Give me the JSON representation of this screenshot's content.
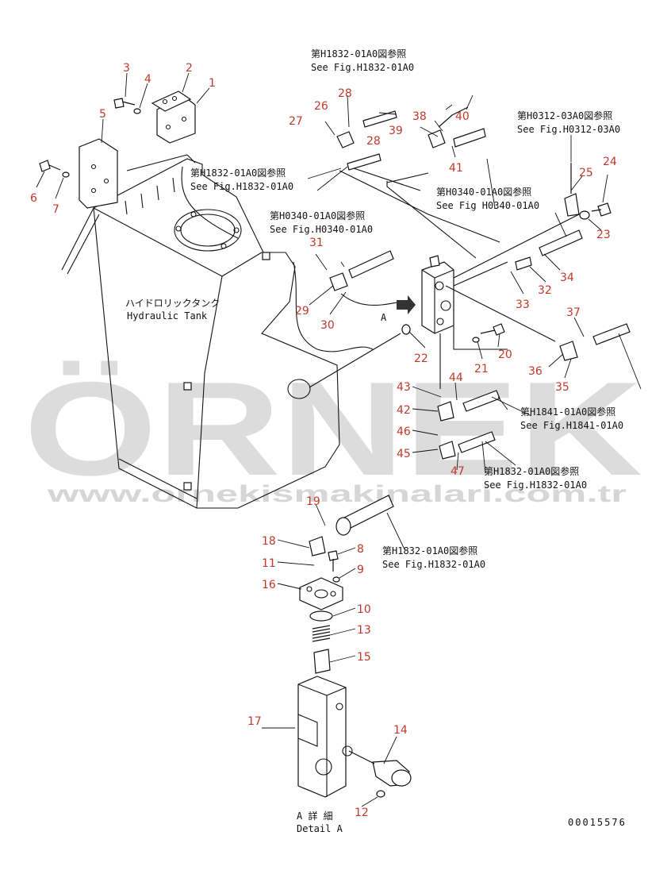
{
  "watermark": {
    "brand": "ÖRNEK",
    "url": "www.ornekismakinalari.com.tr",
    "color": "#d9d9d9",
    "accent": "#f0c419"
  },
  "tank_label": {
    "jp": "ハイドロリックタンク",
    "en": "Hydraulic Tank"
  },
  "view_arrow": "A",
  "detail": {
    "jp": "A 詳 細",
    "en": "Detail A"
  },
  "drawing_code": "00015576",
  "refs": {
    "r1": {
      "jp": "第H1832-01A0図参照",
      "en": "See Fig.H1832-01A0"
    },
    "r2": {
      "jp": "第H1832-01A0図参照",
      "en": "See Fig.H1832-01A0"
    },
    "r3": {
      "jp": "第H0312-03A0図参照",
      "en": "See Fig.H0312-03A0"
    },
    "r4": {
      "jp": "第H0340-01A0図参照",
      "en": "See Fig H0340-01A0"
    },
    "r5": {
      "jp": "第H0340-01A0図参照",
      "en": "See Fig.H0340-01A0"
    },
    "r6": {
      "jp": "第H1841-01A0図参照",
      "en": "See Fig.H1841-01A0"
    },
    "r7": {
      "jp": "第H1832-01A0図参照",
      "en": "See Fig.H1832-01A0"
    },
    "r8": {
      "jp": "第H1832-01A0図参照",
      "en": "See Fig.H1832-01A0"
    }
  },
  "callouts": {
    "c1": "1",
    "c2": "2",
    "c3": "3",
    "c4": "4",
    "c5": "5",
    "c6": "6",
    "c7": "7",
    "c8": "8",
    "c9": "9",
    "c10": "10",
    "c11": "11",
    "c12": "12",
    "c13": "13",
    "c14": "14",
    "c15": "15",
    "c16": "16",
    "c17": "17",
    "c18": "18",
    "c19": "19",
    "c20": "20",
    "c21": "21",
    "c22": "22",
    "c23": "23",
    "c24": "24",
    "c25": "25",
    "c26": "26",
    "c27": "27",
    "c28a": "28",
    "c28b": "28",
    "c29": "29",
    "c30": "30",
    "c31": "31",
    "c32": "32",
    "c33": "33",
    "c34": "34",
    "c35": "35",
    "c36": "36",
    "c37": "37",
    "c38": "38",
    "c39": "39",
    "c40": "40",
    "c41": "41",
    "c42": "42",
    "c43": "43",
    "c44": "44",
    "c45": "45",
    "c46": "46",
    "c47": "47"
  }
}
